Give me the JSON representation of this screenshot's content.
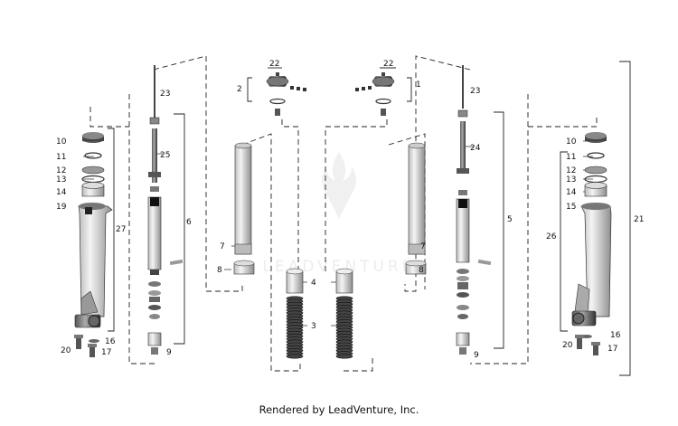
{
  "watermark": "LEADVENTURE",
  "footer": "Rendered by LeadVenture, Inc.",
  "callouts": {
    "c1": "1",
    "c2": "2",
    "c3": "3",
    "c4": "4",
    "c5": "5",
    "c6": "6",
    "c7a": "7",
    "c7b": "7",
    "c8a": "8",
    "c8b": "8",
    "c9a": "9",
    "c9b": "9",
    "c10a": "10",
    "c10b": "10",
    "c11a": "11",
    "c11b": "11",
    "c12a": "12",
    "c12b": "12",
    "c13a": "13",
    "c13b": "13",
    "c14a": "14",
    "c14b": "14",
    "c15": "15",
    "c16a": "16",
    "c16b": "16",
    "c17a": "17",
    "c17b": "17",
    "c19": "19",
    "c20a": "20",
    "c20b": "20",
    "c21": "21",
    "c22a": "22",
    "c22b": "22",
    "c23a": "23",
    "c23b": "23",
    "c24": "24",
    "c25": "25",
    "c26": "26",
    "c27": "27"
  }
}
